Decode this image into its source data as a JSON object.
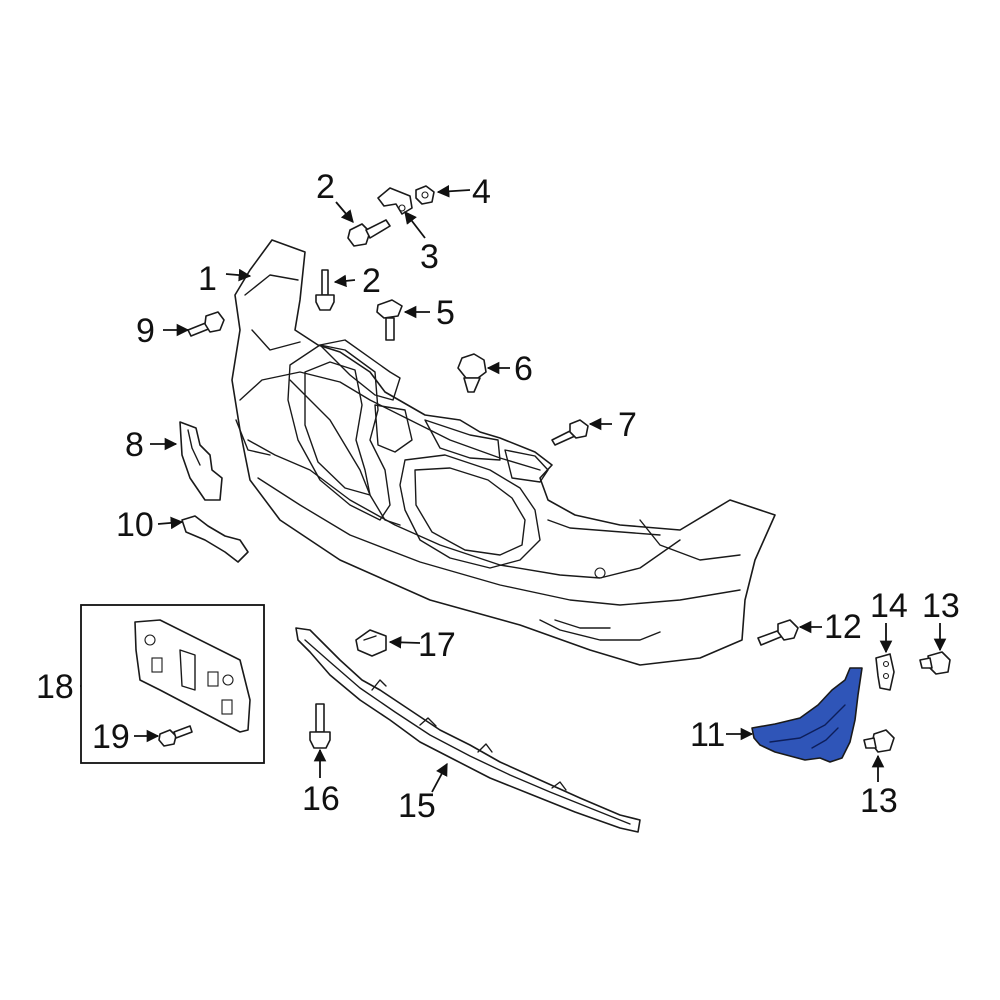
{
  "diagram": {
    "highlight_color": "#2f55b8",
    "line_color": "#1a1a1a",
    "callouts": [
      {
        "id": "c2a",
        "label": "2"
      },
      {
        "id": "c3",
        "label": "3"
      },
      {
        "id": "c4",
        "label": "4"
      },
      {
        "id": "c1",
        "label": "1"
      },
      {
        "id": "c2b",
        "label": "2"
      },
      {
        "id": "c5",
        "label": "5"
      },
      {
        "id": "c9",
        "label": "9"
      },
      {
        "id": "c6",
        "label": "6"
      },
      {
        "id": "c7",
        "label": "7"
      },
      {
        "id": "c8",
        "label": "8"
      },
      {
        "id": "c10",
        "label": "10"
      },
      {
        "id": "c12",
        "label": "12"
      },
      {
        "id": "c14",
        "label": "14"
      },
      {
        "id": "c13a",
        "label": "13"
      },
      {
        "id": "c17",
        "label": "17"
      },
      {
        "id": "c18",
        "label": "18"
      },
      {
        "id": "c11",
        "label": "11"
      },
      {
        "id": "c19",
        "label": "19"
      },
      {
        "id": "c16",
        "label": "16"
      },
      {
        "id": "c15",
        "label": "15"
      },
      {
        "id": "c13b",
        "label": "13"
      }
    ]
  }
}
